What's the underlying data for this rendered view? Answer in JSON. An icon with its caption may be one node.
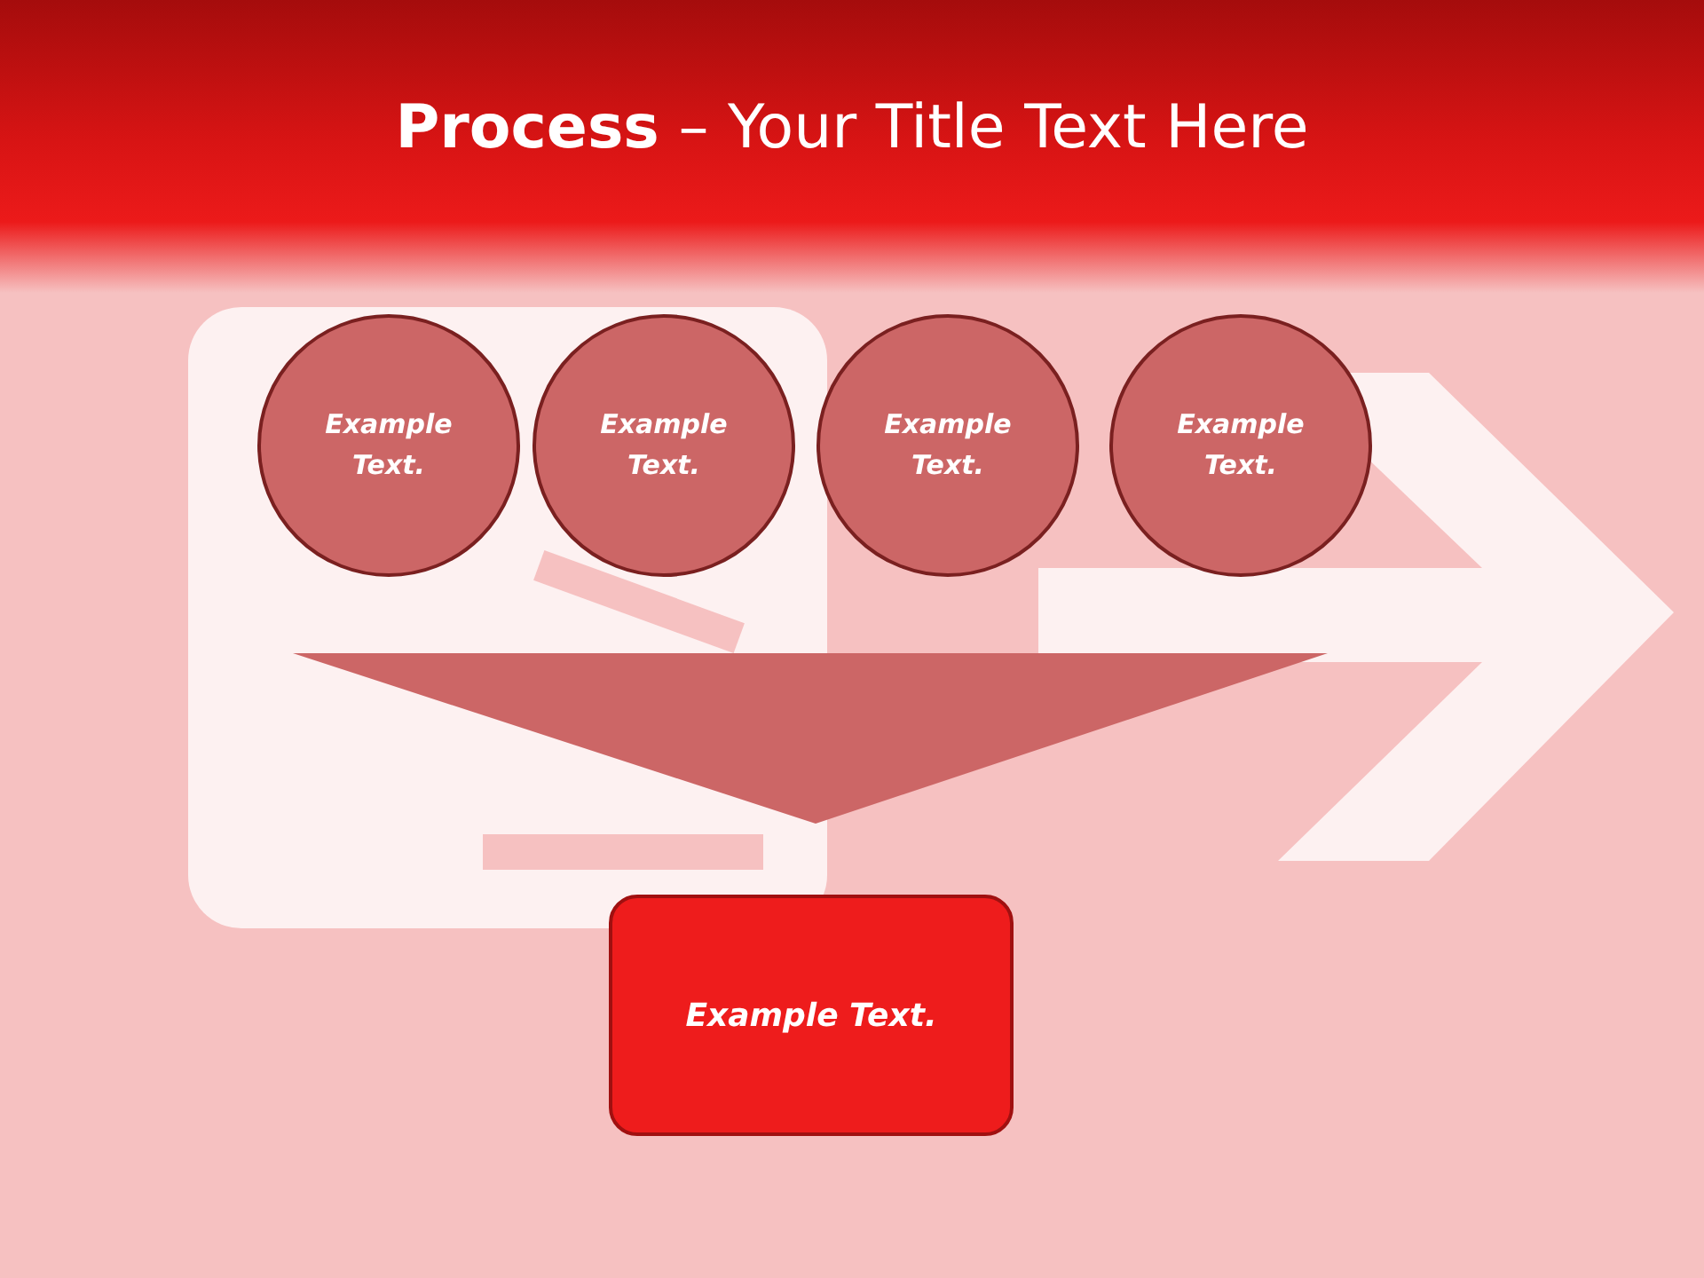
{
  "diagram": {
    "title": "**Process** – Your Title Text Here",
    "nodes": [
      {
        "text": [
          "Example Text."
        ]
      },
      {
        "text": [
          "Example Text."
        ]
      },
      {
        "text": [
          "Example Text."
        ]
      },
      {
        "text": [
          "Example Text."
        ]
      },
      {
        "text": [],
        "shape": "triangle"
      },
      {
        "text": [
          "Example Text."
        ]
      }
    ]
  }
}
